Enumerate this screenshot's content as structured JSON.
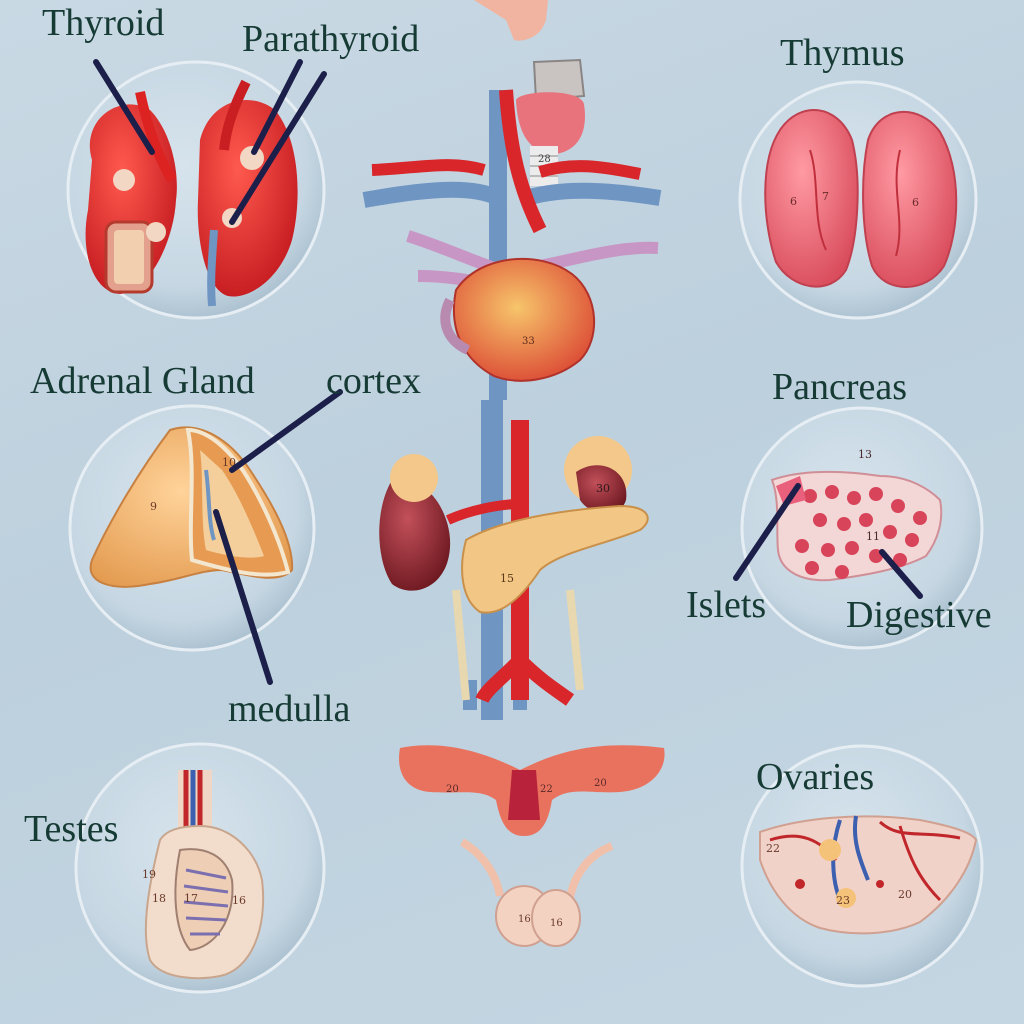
{
  "labels": {
    "thyroid": "Thyroid",
    "parathyroid": "Parathyroid",
    "thymus": "Thymus",
    "adrenal_gland": "Adrenal Gland",
    "cortex": "cortex",
    "medulla": "medulla",
    "pancreas": "Pancreas",
    "islets": "Islets",
    "digestive": "Digestive",
    "testes": "Testes",
    "ovaries": "Ovaries"
  },
  "model_numbers": {
    "thymus": [
      "6",
      "7",
      "6"
    ],
    "adrenal": [
      "10",
      "9"
    ],
    "pancreas": [
      "13",
      "11"
    ],
    "ovary": [
      "22",
      "20",
      "23"
    ],
    "testis": [
      "19",
      "18",
      "17",
      "16"
    ],
    "center": [
      "28",
      "30",
      "15",
      "20",
      "22",
      "20",
      "16",
      "16",
      "33"
    ]
  },
  "colors": {
    "background": "#c4d6e2",
    "label_text": "#163a34",
    "leader_line": "#1b1f4a",
    "artery": "#d8262a",
    "vein": "#6f95c3",
    "gland_pink": "#e86a78",
    "adrenal_orange": "#f0b06a"
  }
}
